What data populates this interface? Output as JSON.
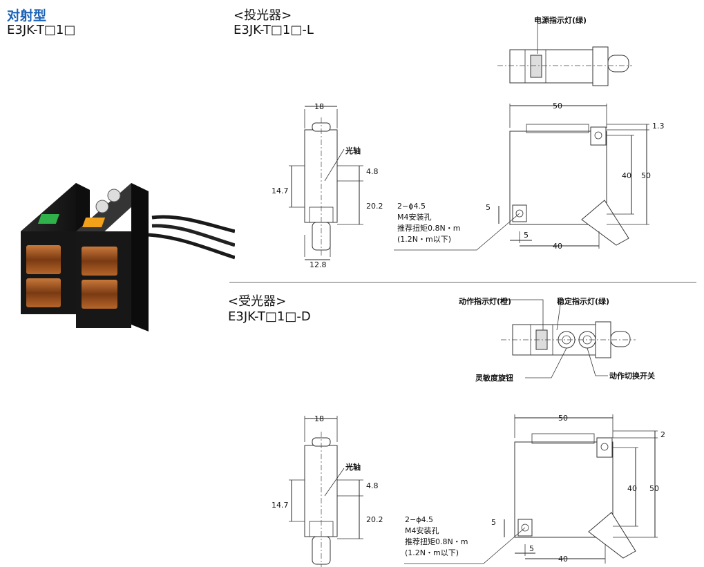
{
  "header": {
    "type_title": "对射型",
    "type_model": "E3JK-T□1□"
  },
  "emitter": {
    "title": "<投光器>",
    "model": "E3JK-T□1□-L",
    "labels": {
      "power_indicator": "电源指示灯(绿)",
      "optical_axis": "光轴"
    },
    "side_dims": {
      "width": "18",
      "bottom_width": "12.8",
      "h1": "14.7",
      "h2": "4.8",
      "h3": "20.2"
    },
    "front_dims": {
      "width": "50",
      "top_offset": "1.3",
      "height_inner": "40",
      "height": "50",
      "hole_y": "5",
      "hole_x": "5",
      "hole_spacing": "40"
    },
    "mount_note": [
      "2−ϕ4.5",
      "M4安装孔",
      "推荐扭矩0.8N・m",
      "(1.2N・m以下)"
    ]
  },
  "receiver": {
    "title": "<受光器>",
    "model": "E3JK-T□1□-D",
    "labels": {
      "operation_indicator": "动作指示灯(橙)",
      "stability_indicator": "稳定指示灯(绿)",
      "sensitivity_knob": "灵敏度旋钮",
      "mode_switch": "动作切换开关",
      "optical_axis": "光轴"
    },
    "side_dims": {
      "width": "18",
      "h1": "14.7",
      "h2": "4.8",
      "h3": "20.2"
    },
    "front_dims": {
      "width": "50",
      "top_offset": "2",
      "height_inner": "40",
      "height": "50",
      "hole_y": "5",
      "hole_x": "5",
      "hole_spacing": "40"
    },
    "mount_note": [
      "2−ϕ4.5",
      "M4安装孔",
      "推荐扭矩0.8N・m",
      "(1.2N・m以下)"
    ]
  },
  "colors": {
    "title_blue": "#1a62b8",
    "sensor_body": "#1c1c1c",
    "indicator_green": "#2fb24a",
    "indicator_orange": "#f2a21a",
    "lens_amber": "#a8551c"
  },
  "icons": [
    "sensor-photo"
  ]
}
